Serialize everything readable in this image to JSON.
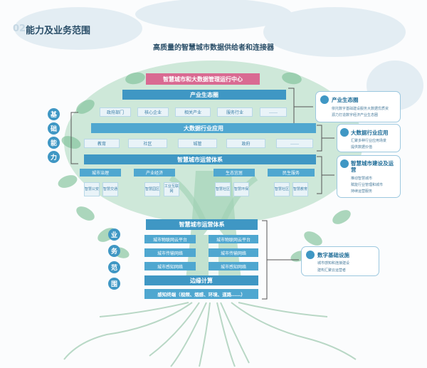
{
  "header": {
    "number": "02",
    "title": "能力及业务范围"
  },
  "main_title": "高质量的智慧城市数据供给者和连接器",
  "top_banner": "智慧城市和大数据管理运行中心",
  "industry_ecology": {
    "title": "产业生态圈",
    "items": [
      "政府部门",
      "核心企业",
      "相关产业",
      "服务行业",
      "……"
    ]
  },
  "big_data": {
    "title": "大数据行业应用",
    "items": [
      "教育",
      "社区",
      "城管",
      "政府",
      "……"
    ]
  },
  "operation_system_top": {
    "title": "智慧城市运营体系",
    "groups": [
      {
        "label": "城市治理",
        "subs": [
          "智慧公安",
          "智慧交通"
        ]
      },
      {
        "label": "产业经济",
        "subs": [
          "智慧园区",
          "工业互联网"
        ]
      },
      {
        "label": "生态宜居",
        "subs": [
          "智慧社区",
          "智慧环保"
        ]
      },
      {
        "label": "民生服务",
        "subs": [
          "智慧社区",
          "智慧教育"
        ]
      }
    ]
  },
  "left_vertical": {
    "chars": [
      "基",
      "础",
      "能",
      "力"
    ]
  },
  "business_vertical": {
    "chars": [
      "业",
      "务",
      "范",
      "围"
    ]
  },
  "trunk": {
    "title": "智慧城市运营体系",
    "rows": [
      {
        "left": "城市物联网云平台",
        "right": "城市物联网云平台"
      },
      {
        "left": "城市传输网络",
        "right": "城市传输网络"
      },
      {
        "left": "城市感知网络",
        "right": "城市感知网络"
      }
    ],
    "edge": "边缘计算",
    "terminals": "感知终端（视频、烟感、环境、道路……）"
  },
  "side_panels": {
    "industry": {
      "title": "产业生态圈",
      "lines": [
        "依托数字基础建设服务大数据优质资",
        "源力打造数字经济产业生态圈"
      ]
    },
    "bigdata": {
      "title": "大数据行业应用",
      "lines": [
        "汇聚多种行业应用场景",
        "提供数据价值"
      ]
    },
    "operation": {
      "title": "智慧城市建设及运营",
      "lines": [
        "推动智慧城市",
        "赋能行业管理和城市",
        "持续运营服务"
      ]
    },
    "infrastructure": {
      "title": "数字基础设施",
      "lines": [
        "城市感知和连接建设",
        "建构汇聚云运营者"
      ]
    }
  },
  "colors": {
    "pink": "#d96a92",
    "blue": "#3f97c4",
    "tree": "#8cc9a6",
    "bracket": "#555555"
  }
}
